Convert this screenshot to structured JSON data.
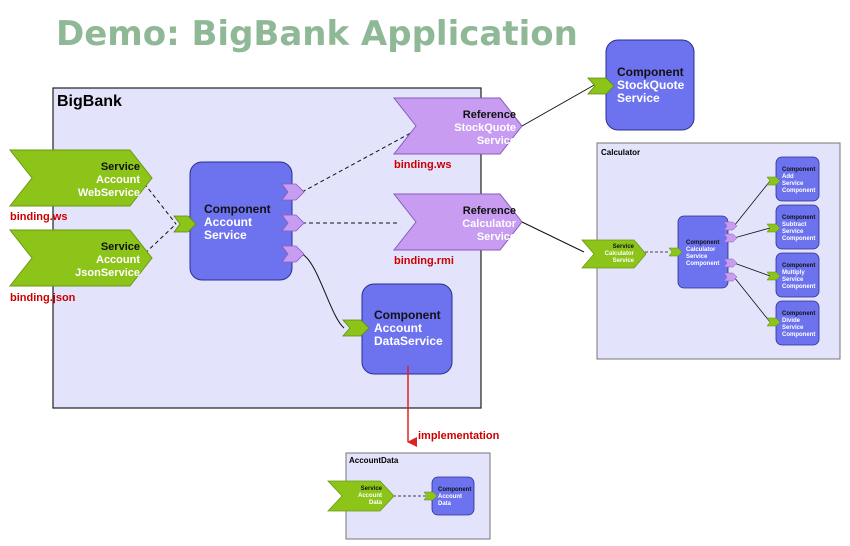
{
  "title": "Demo: BigBank Application",
  "colors": {
    "title": "#8fb896",
    "composite_fill": "#e3e3fb",
    "component_fill": "#6d73ef",
    "service_fill": "#8cc41a",
    "reference_fill": "#c79cf1",
    "binding_text": "#cc0000",
    "implementation_arrow": "#dd2222"
  },
  "bigbank": {
    "label": "BigBank",
    "services": [
      {
        "kind": "Service",
        "lines": [
          "Account",
          "WebService"
        ],
        "binding": "binding.ws"
      },
      {
        "kind": "Service",
        "lines": [
          "Account",
          "JsonService"
        ],
        "binding": "binding.json"
      }
    ],
    "account_service": {
      "kind": "Component",
      "lines": [
        "Account",
        "Service"
      ]
    },
    "account_data_service": {
      "kind": "Component",
      "lines": [
        "Account",
        "DataService"
      ]
    },
    "references": [
      {
        "kind": "Reference",
        "lines": [
          "StockQuote",
          "Service"
        ],
        "binding": "binding.ws"
      },
      {
        "kind": "Reference",
        "lines": [
          "Calculator",
          "Service"
        ],
        "binding": "binding.rmi"
      }
    ]
  },
  "stockquote": {
    "kind": "Component",
    "lines": [
      "StockQuote",
      "Service"
    ]
  },
  "calculator": {
    "label": "Calculator",
    "service": {
      "kind": "Service",
      "lines": [
        "Calculator",
        "Service"
      ]
    },
    "main_component": {
      "kind": "Component",
      "lines": [
        "Calculator",
        "Service",
        "Component"
      ]
    },
    "sub_components": [
      {
        "kind": "Component",
        "lines": [
          "Add",
          "Service",
          "Component"
        ]
      },
      {
        "kind": "Component",
        "lines": [
          "Subtract",
          "Service",
          "Component"
        ]
      },
      {
        "kind": "Component",
        "lines": [
          "Multiply",
          "Service",
          "Component"
        ]
      },
      {
        "kind": "Component",
        "lines": [
          "Divide",
          "Service",
          "Component"
        ]
      }
    ]
  },
  "implementation_label": "implementation",
  "accountdata": {
    "label": "AccountData",
    "service": {
      "kind": "Service",
      "lines": [
        "Account",
        "Data"
      ]
    },
    "component": {
      "kind": "Component",
      "lines": [
        "Account",
        "Data"
      ]
    }
  }
}
